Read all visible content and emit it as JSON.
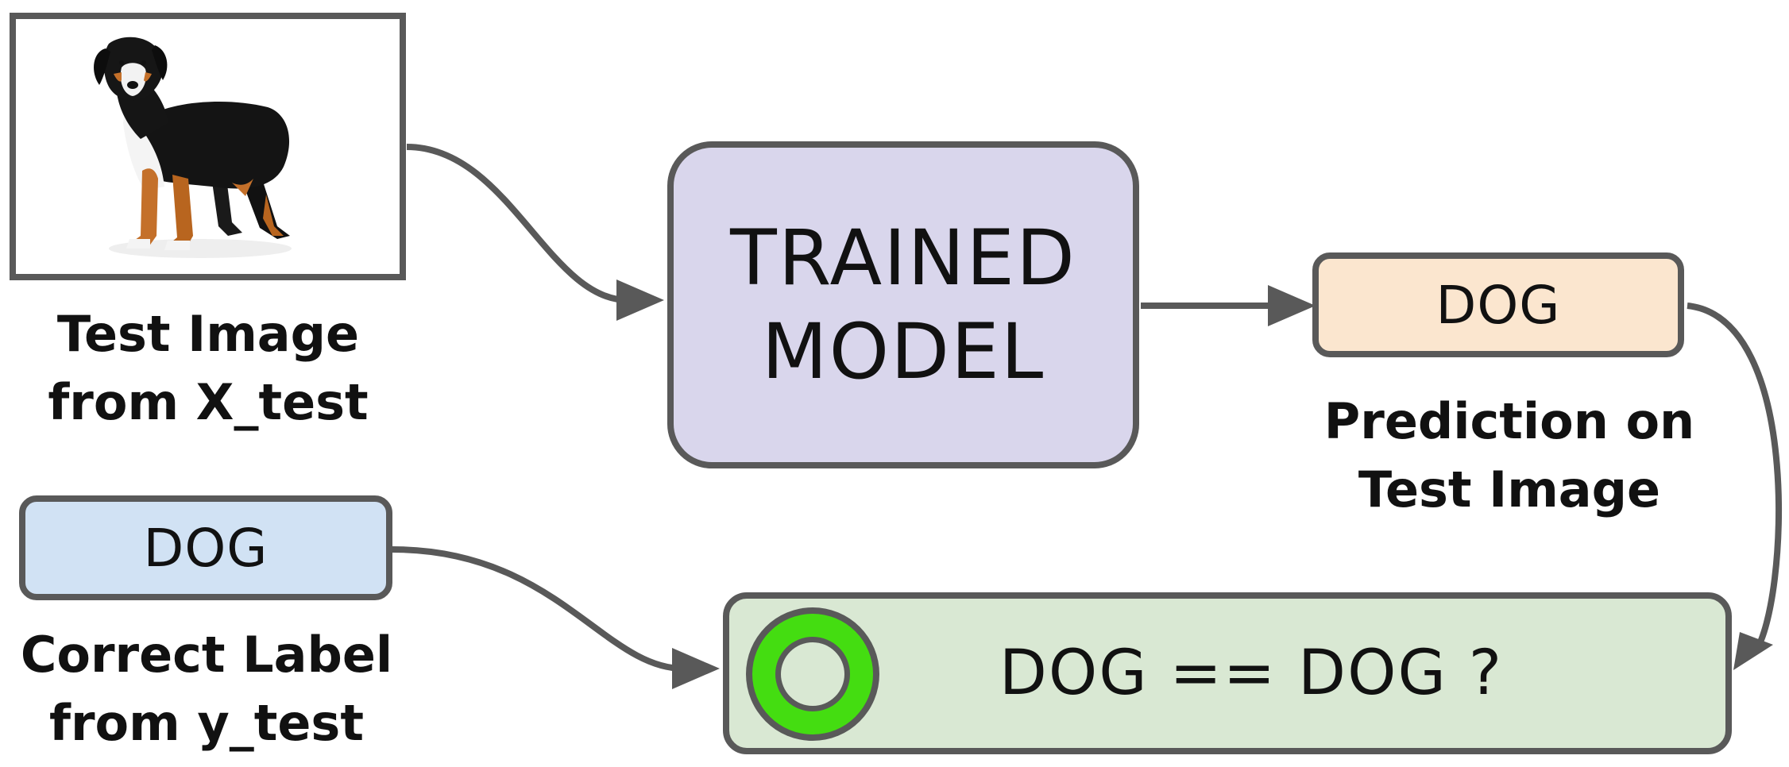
{
  "nodes": {
    "test_image": {
      "caption": "Test Image\nfrom X_test",
      "image_icon": "dog-photo-icon"
    },
    "model": {
      "label_line1": "TRAINED",
      "label_line2": "MODEL",
      "fill": "#d9d6ec"
    },
    "prediction": {
      "label": "DOG",
      "caption": "Prediction on\nTest Image",
      "fill": "#fbe6cf"
    },
    "correct_label": {
      "label": "DOG",
      "caption": "Correct Label\nfrom y_test",
      "fill": "#d1e2f4"
    },
    "comparison": {
      "label": "DOG == DOG ?",
      "fill": "#d9e8d3",
      "result_icon": "green-ring-icon",
      "result_color": "#44dd11"
    }
  },
  "colors": {
    "border": "#595959",
    "arrow": "#595959"
  }
}
